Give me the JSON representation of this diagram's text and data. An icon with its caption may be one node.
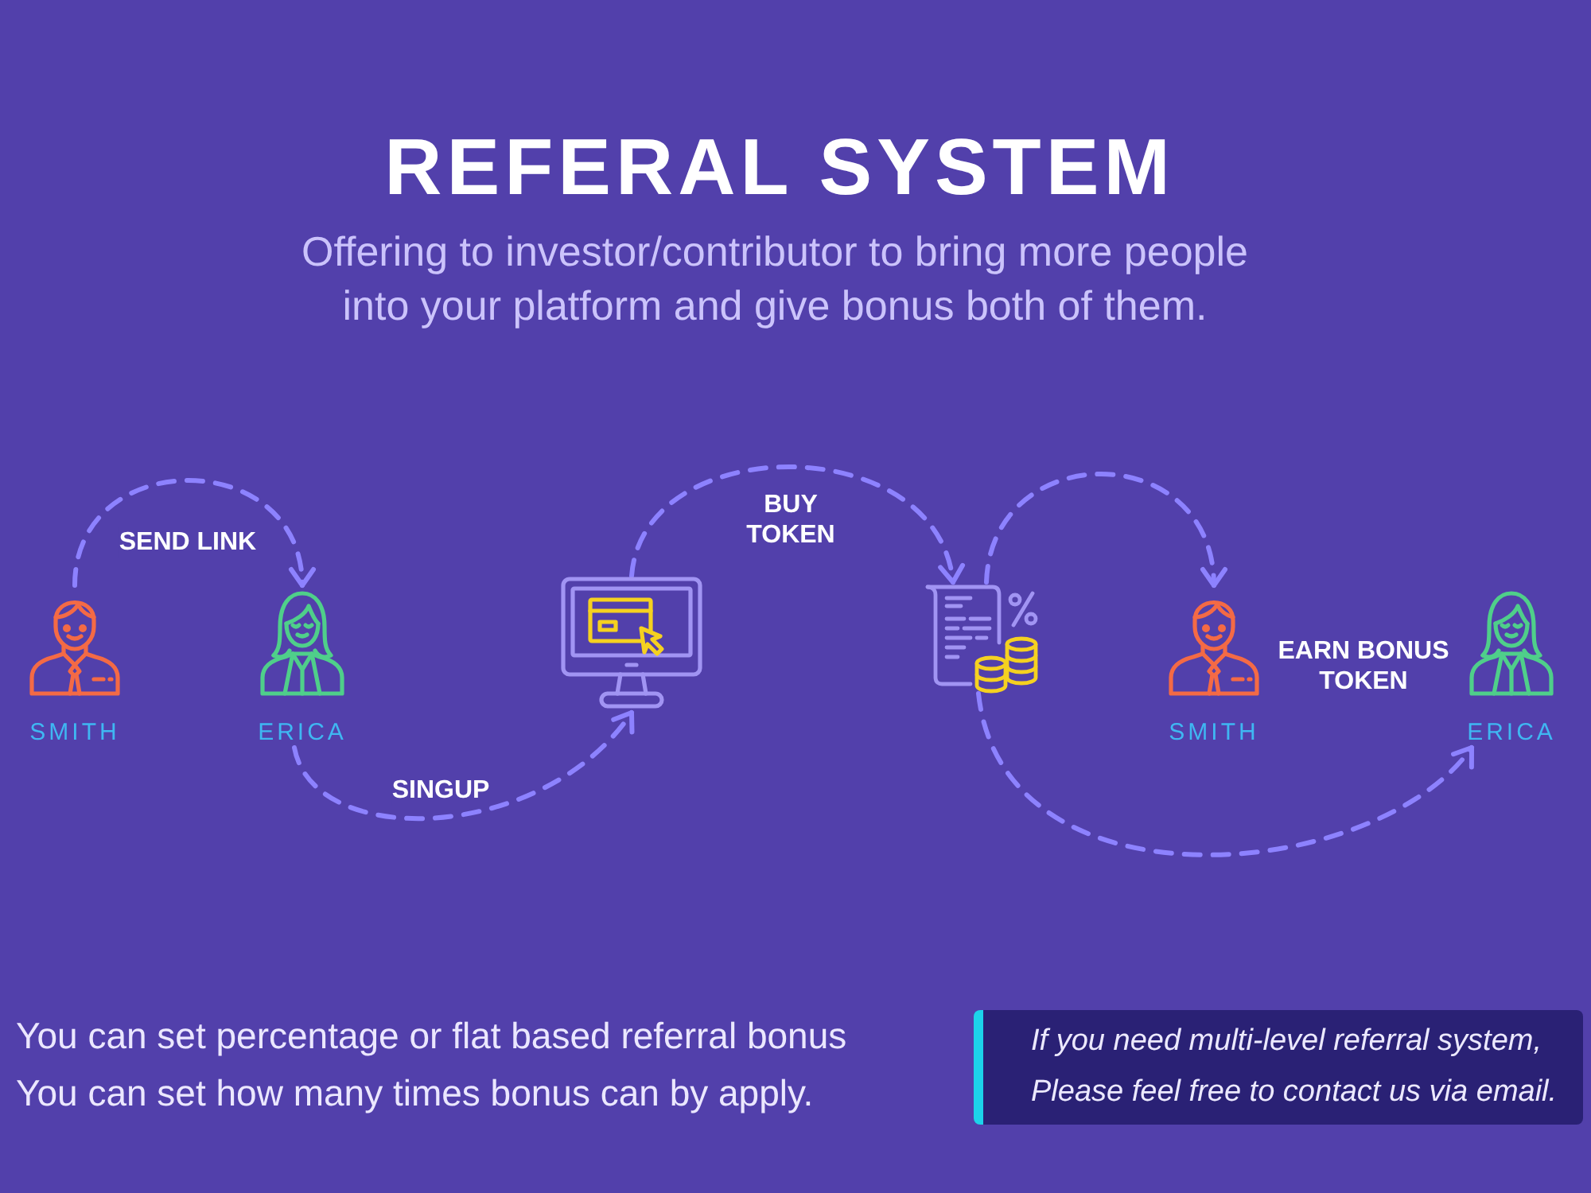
{
  "diagram": {
    "title": "REFERAL SYSTEM",
    "nodes": [
      {
        "text": [
          "SMITH"
        ]
      },
      {
        "text": [
          "ERICA"
        ]
      },
      {
        "text": [],
        "shape": "picture"
      },
      {
        "text": [],
        "shape": "picture"
      },
      {
        "text": [
          "SMITH"
        ]
      },
      {
        "text": [
          "ERICA"
        ]
      },
      {
        "text": [
          "If you need multi-level referral system, Please feel free to contact us via email."
        ]
      }
    ],
    "edges": [
      {
        "from": 0,
        "to": 1,
        "arrow": "to",
        "label": "SEND LINK",
        "style": "dashed"
      },
      {
        "from": 1,
        "to": 2,
        "arrow": "to",
        "label": "SINGUP",
        "style": "dashed"
      },
      {
        "from": 2,
        "to": 3,
        "arrow": "to",
        "label": "BUY TOKEN",
        "style": "dashed"
      },
      {
        "from": 3,
        "to": 4,
        "arrow": "to",
        "style": "dashed"
      },
      {
        "from": 3,
        "to": 5,
        "arrow": "to",
        "label": "EARN BONUS TOKEN",
        "style": "dashed"
      }
    ],
    "labels": [
      "Offering to investor/contributor to bring more people into your platform and give bonus both of them.",
      "You can set percentage or flat based referral bonus",
      "You can set how many times bonus can by apply."
    ]
  }
}
